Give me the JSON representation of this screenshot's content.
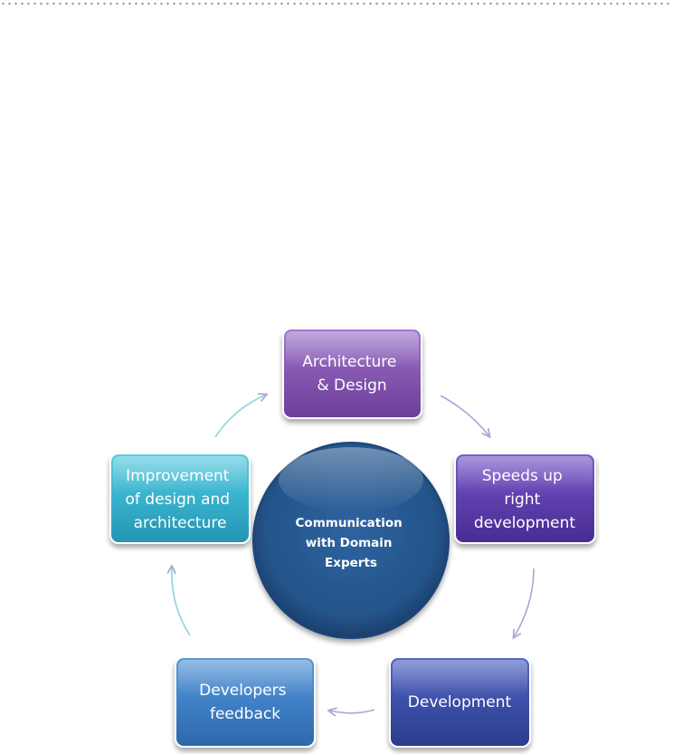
{
  "diagram": {
    "center": {
      "lines": [
        "Communication",
        "with Domain",
        "Experts"
      ],
      "color": "#2a5a8e"
    },
    "nodes": [
      {
        "id": "architecture",
        "lines": [
          "Architecture",
          "& Design"
        ],
        "color": "#8557b0"
      },
      {
        "id": "speeds",
        "lines": [
          "Speeds up",
          "right",
          "development"
        ],
        "color": "#5e3fad"
      },
      {
        "id": "development",
        "lines": [
          "Development"
        ],
        "color": "#3c4fa8"
      },
      {
        "id": "feedback",
        "lines": [
          "Developers",
          "feedback"
        ],
        "color": "#3f80c6"
      },
      {
        "id": "improvement",
        "lines": [
          "Improvement",
          "of design and",
          "architecture"
        ],
        "color": "#37b2cd"
      }
    ]
  }
}
